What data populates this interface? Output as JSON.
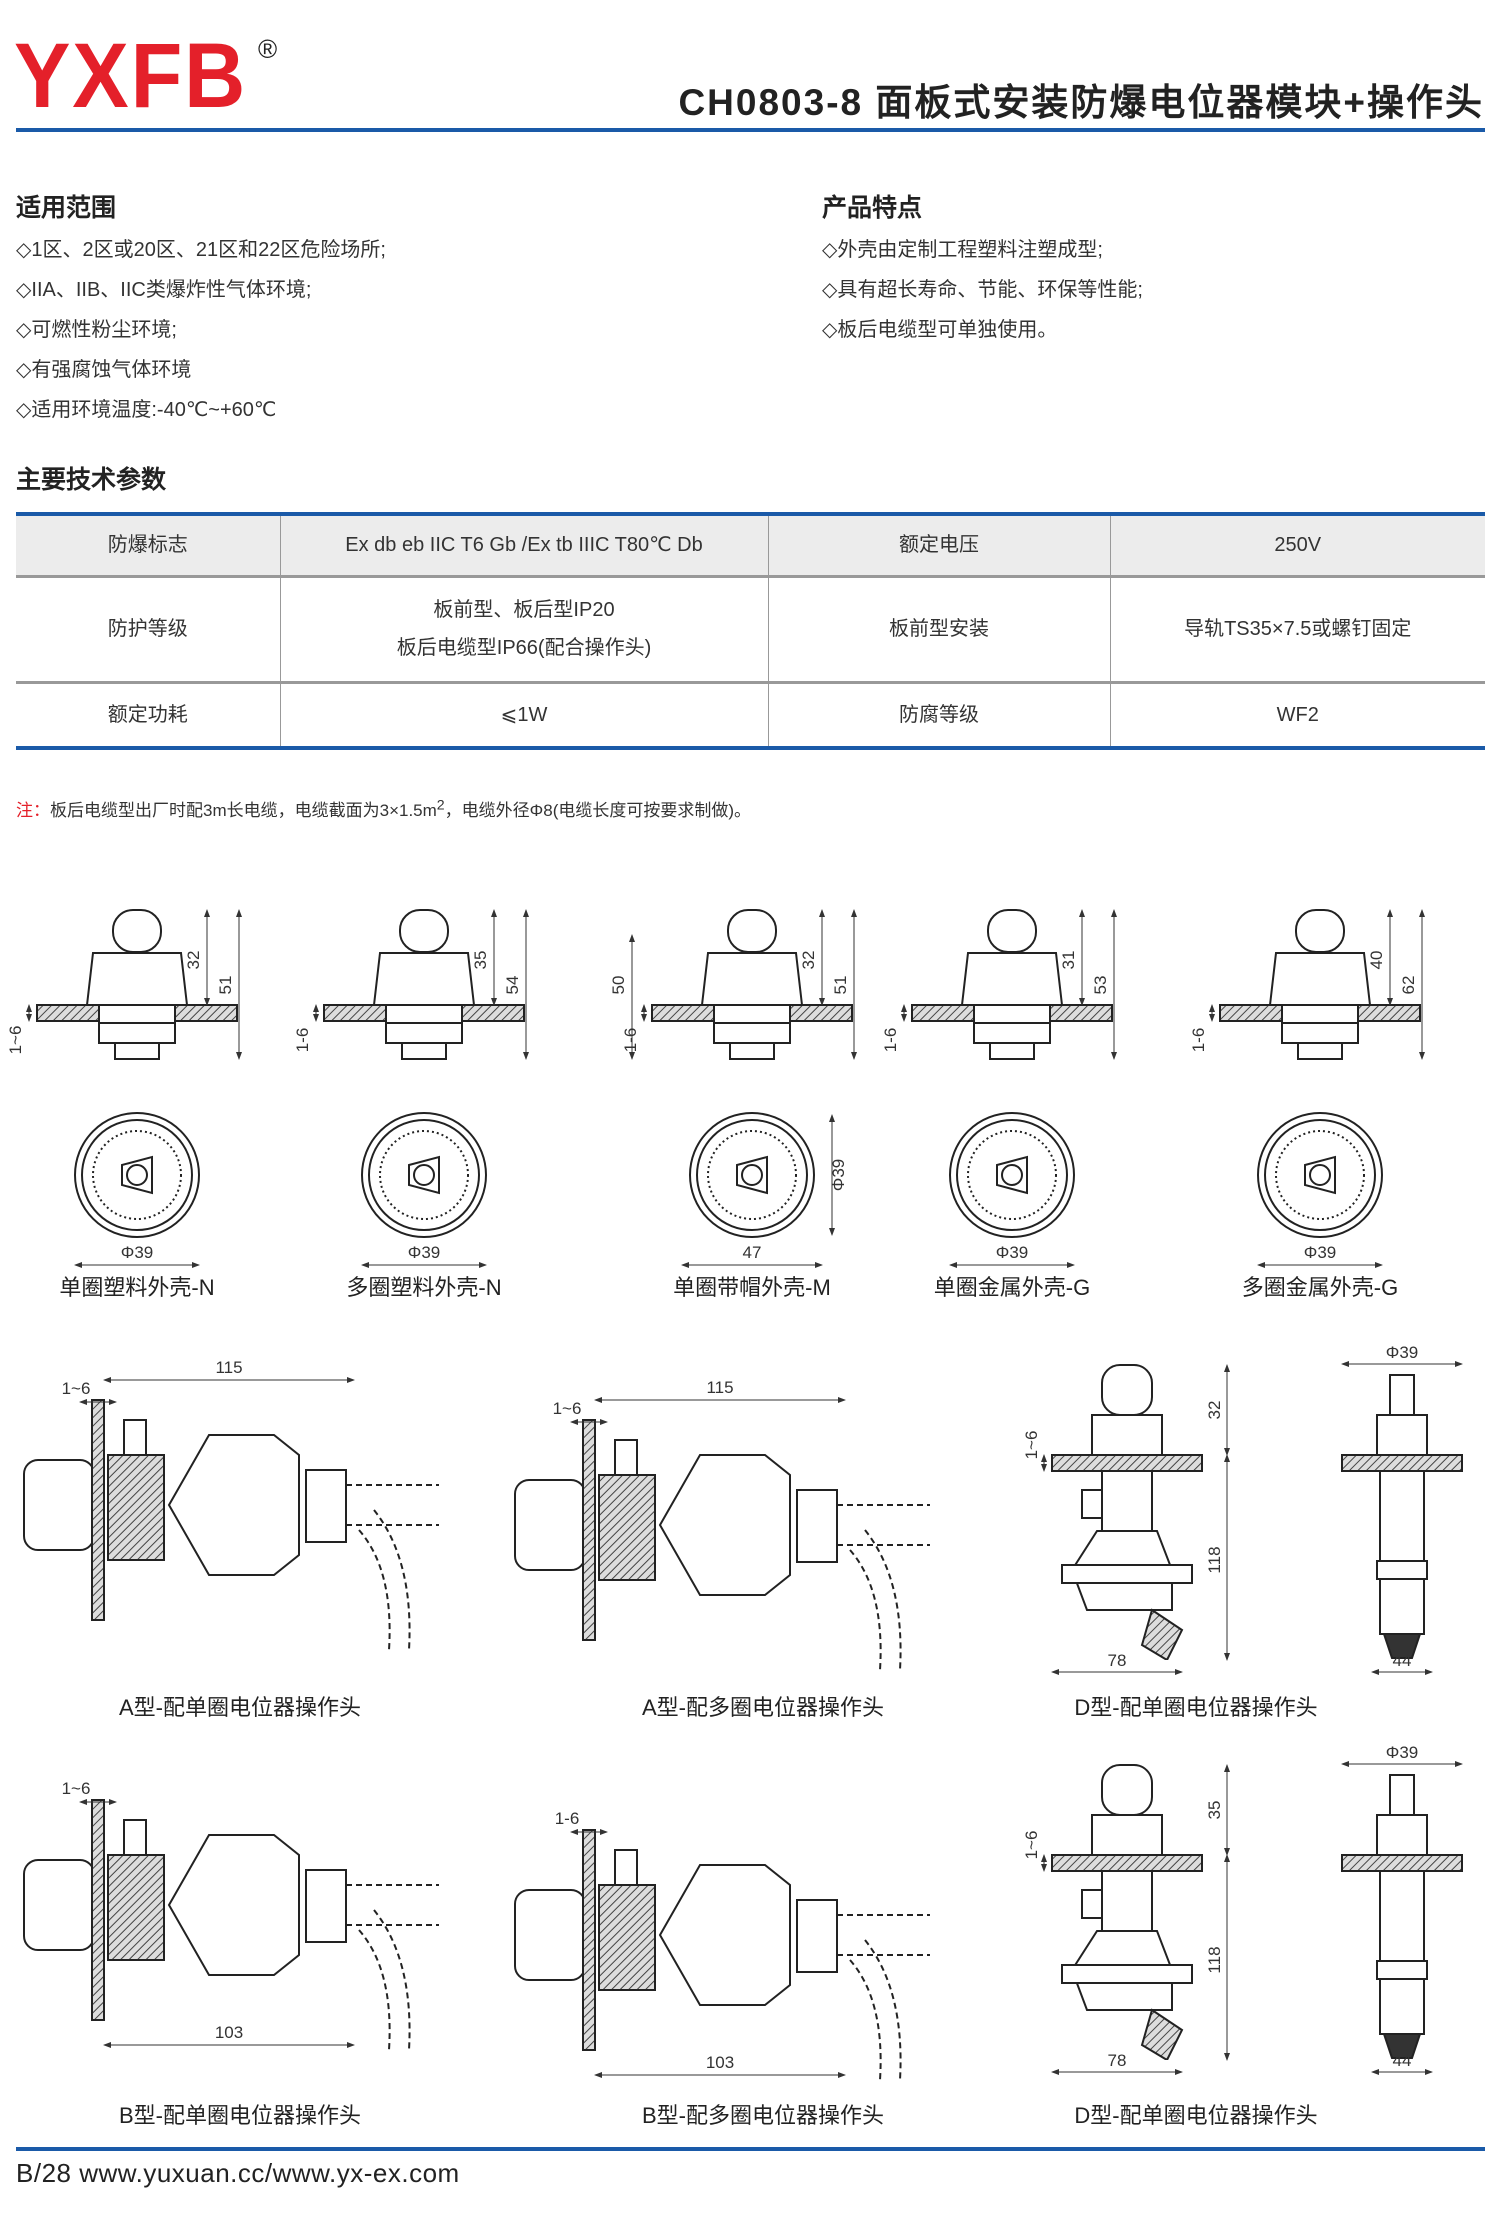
{
  "header": {
    "logo": "YXFB",
    "registered": "®",
    "title": "CH0803-8 面板式安装防爆电位器模块+操作头"
  },
  "scope": {
    "heading": "适用范围",
    "items": [
      "◇1区、2区或20区、21区和22区危险场所;",
      "◇IIA、IIB、IIC类爆炸性气体环境;",
      "◇可燃性粉尘环境;",
      "◇有强腐蚀气体环境",
      "◇适用环境温度:-40℃~+60℃"
    ]
  },
  "features": {
    "heading": "产品特点",
    "items": [
      "◇外壳由定制工程塑料注塑成型;",
      "◇具有超长寿命、节能、环保等性能;",
      "◇板后电缆型可单独使用。"
    ]
  },
  "specs": {
    "heading": "主要技术参数",
    "rows": [
      [
        "防爆标志",
        "Ex db eb IIC T6 Gb /Ex tb IIIC T80℃ Db",
        "额定电压",
        "250V"
      ],
      [
        "防护等级",
        "板前型、板后型IP20",
        "板后电缆型IP66(配合操作头)",
        "板前型安装",
        "导轨TS35×7.5或螺钉固定"
      ],
      [
        "额定功耗",
        "⩽1W",
        "防腐等级",
        "WF2"
      ]
    ]
  },
  "note": {
    "label": "注：",
    "text": "板后电缆型出厂时配3m长电缆，电缆截面为3×1.5m",
    "sup": "2",
    "text2": "，电缆外径Φ8(电缆长度可按要求制做)。"
  },
  "housings": [
    {
      "label": "单圈塑料外壳-N",
      "upper": "32",
      "total": "51",
      "panel": "1~6",
      "dia": "Φ39"
    },
    {
      "label": "多圈塑料外壳-N",
      "upper": "35",
      "total": "54",
      "panel": "1-6",
      "dia": "Φ39"
    },
    {
      "label": "单圈带帽外壳-M",
      "upper": "32",
      "total": "51",
      "panel": "1-6",
      "extra": "50",
      "dia": "Φ39",
      "width": "47"
    },
    {
      "label": "单圈金属外壳-G",
      "upper": "31",
      "total": "53",
      "panel": "1-6",
      "dia": "Φ39"
    },
    {
      "label": "多圈金属外壳-G",
      "upper": "40",
      "total": "62",
      "panel": "1-6",
      "dia": "Φ39"
    }
  ],
  "operators": [
    {
      "label": "A型-配单圈电位器操作头",
      "length": "115",
      "panel": "1~6"
    },
    {
      "label": "A型-配多圈电位器操作头",
      "length": "115",
      "panel": "1~6"
    },
    {
      "label": "D型-配单圈电位器操作头",
      "upper": "32",
      "panel": "1~6",
      "height": "118",
      "width": "78",
      "dia": "Φ39",
      "depth": "44"
    },
    {
      "label": "B型-配单圈电位器操作头",
      "length": "103",
      "panel": "1~6"
    },
    {
      "label": "B型-配多圈电位器操作头",
      "length": "103",
      "panel": "1-6"
    },
    {
      "label": "D型-配单圈电位器操作头",
      "upper": "35",
      "panel": "1~6",
      "height": "118",
      "width": "78",
      "dia": "Φ39",
      "depth": "44"
    }
  ],
  "footer": {
    "text": "B/28  www.yuxuan.cc/www.yx-ex.com"
  },
  "colors": {
    "brand_red": "#e4202a",
    "accent_blue": "#1a5aa8"
  }
}
